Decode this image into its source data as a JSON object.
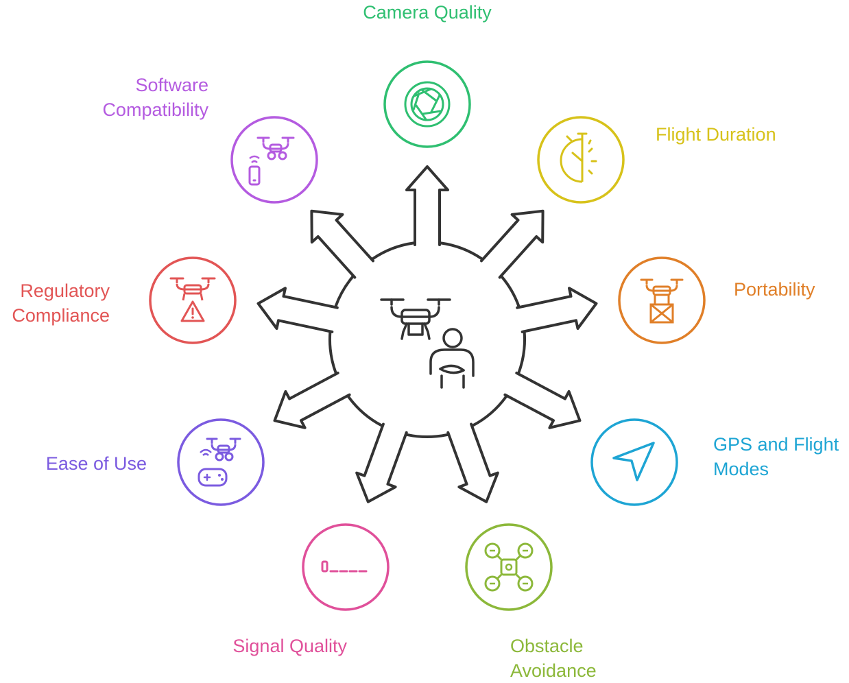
{
  "center": {
    "icon": "drone-with-person-icon"
  },
  "nodes": [
    {
      "key": "camera",
      "label": "Camera Quality",
      "color": "#2fbf71",
      "icon": "camera-aperture-icon"
    },
    {
      "key": "flight",
      "label": "Flight Duration",
      "color": "#d7c21a",
      "icon": "stopwatch-icon"
    },
    {
      "key": "portable",
      "label": "Portability",
      "color": "#e07f28",
      "icon": "drone-package-icon"
    },
    {
      "key": "gps",
      "label": "GPS and Flight\nModes",
      "color": "#1ea5d4",
      "icon": "navigation-arrow-icon"
    },
    {
      "key": "obstacle",
      "label": "Obstacle\nAvoidance",
      "color": "#8cb83a",
      "icon": "quadcopter-icon"
    },
    {
      "key": "signal",
      "label": "Signal Quality",
      "color": "#e0509a",
      "icon": "signal-bars-icon"
    },
    {
      "key": "ease",
      "label": "Ease of Use",
      "color": "#7b5be0",
      "icon": "drone-controller-icon"
    },
    {
      "key": "regulatory",
      "label": "Regulatory\nCompliance",
      "color": "#e25555",
      "icon": "drone-warning-icon"
    },
    {
      "key": "software",
      "label": "Software\nCompatibility",
      "color": "#b45be0",
      "icon": "drone-phone-icon"
    }
  ]
}
